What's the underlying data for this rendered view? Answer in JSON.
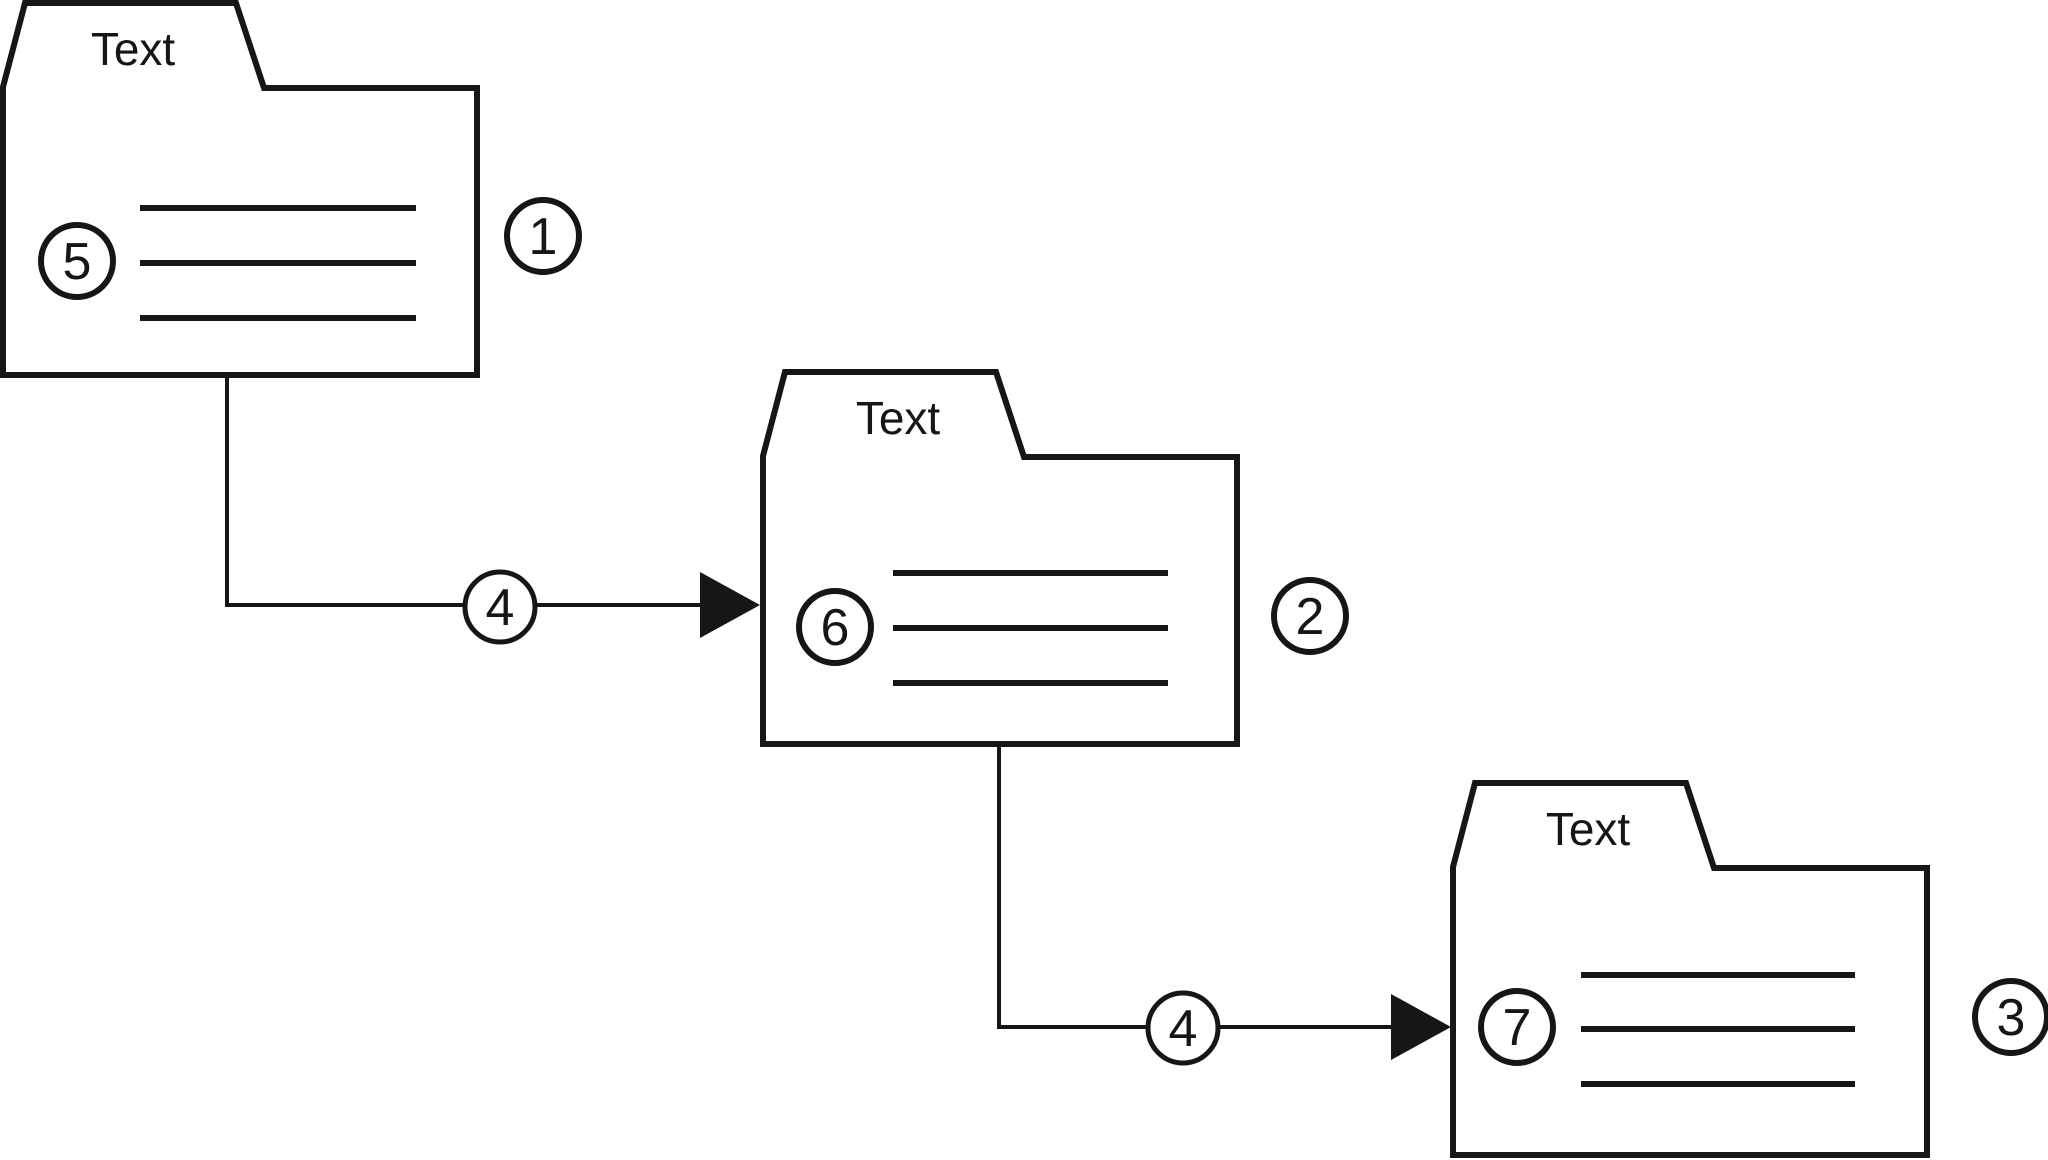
{
  "diagram": {
    "colors": {
      "background": "#ffffff",
      "stroke": "#161616"
    },
    "folders": [
      {
        "tab_label": "Text",
        "inner_badge": "5",
        "outer_badge": "1"
      },
      {
        "tab_label": "Text",
        "inner_badge": "6",
        "outer_badge": "2"
      },
      {
        "tab_label": "Text",
        "inner_badge": "7",
        "outer_badge": "3"
      }
    ],
    "connectors": [
      {
        "badge": "4"
      },
      {
        "badge": "4"
      }
    ]
  }
}
